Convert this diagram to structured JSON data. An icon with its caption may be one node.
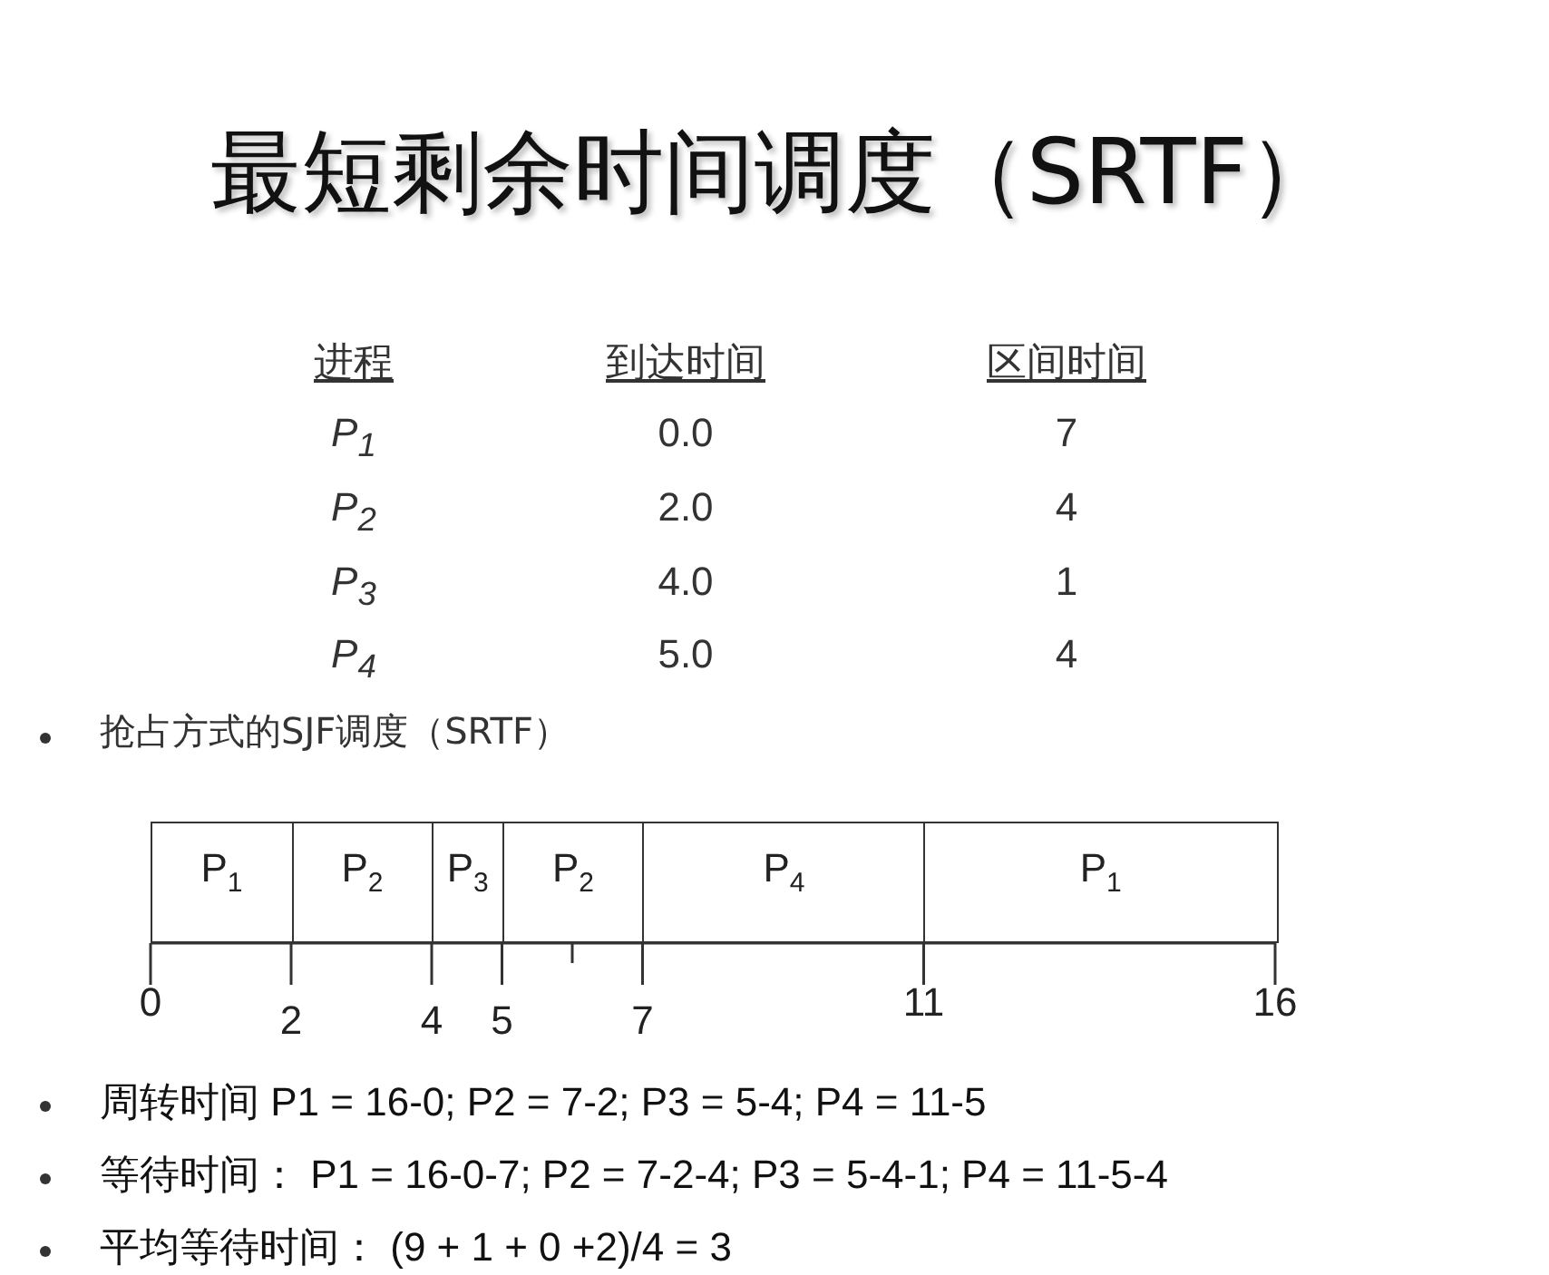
{
  "diagram": {
    "title": "最短剩余时间调度（SRTF）",
    "nodes": [
      {
        "text": [
          "P$_{1}$"
        ]
      },
      {
        "text": [
          "P$_{2}$"
        ]
      },
      {
        "text": [
          "P$_{3}$"
        ]
      },
      {
        "text": [
          "P$_{2}$"
        ]
      },
      {
        "text": [
          "P$_{4}$"
        ]
      },
      {
        "text": [
          "P$_{1}$"
        ]
      }
    ],
    "edges": [],
    "labels": [
      "进程",
      "到达时间",
      "区间时间",
      "P$_{1}$",
      "0.0",
      "7",
      "P$_{2}$",
      "2.0",
      "4",
      "P$_{3}$",
      "4.0",
      "1",
      "P$_{4}$",
      "5.0",
      "4",
      "抢占方式的SJF调度（SRTF）",
      "0",
      "2",
      "4",
      "5",
      "7",
      "11",
      "16",
      "周转时间 P1 = 16-0; P2 = 7-2; P3 = 5-4; P4 = 11-5",
      "等待时间： P1 = 16-0-7; P2 = 7-2-4; P3 = 5-4-1; P4 = 11-5-4",
      "平均等待时间： (9 + 1 + 0 +2)/4 = 3"
    ]
  }
}
